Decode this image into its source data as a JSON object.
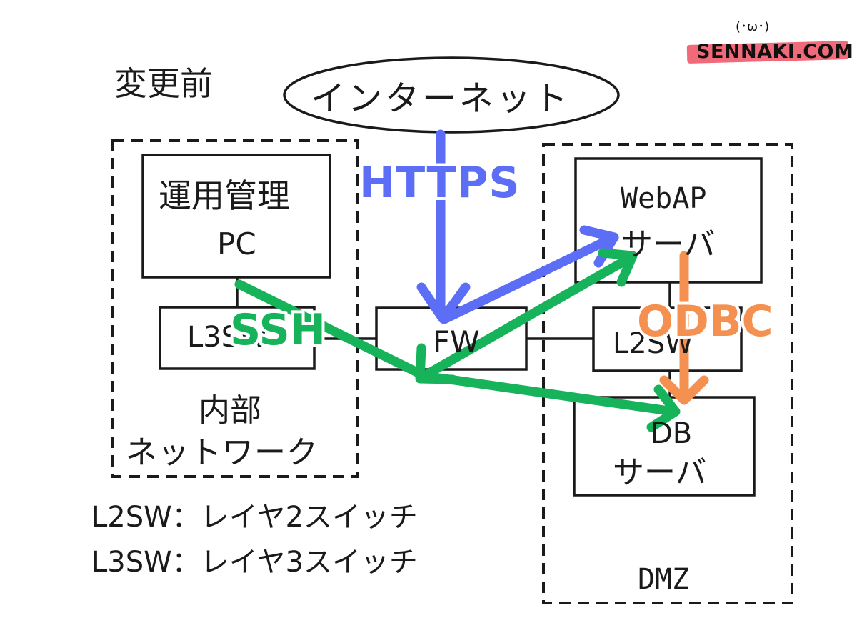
{
  "title": "変更前",
  "internet": "インターネット",
  "internal": {
    "mgmt_pc": {
      "line1": "運用管理",
      "line2": "PC"
    },
    "switch": "L3SW",
    "zone_line1": "内部",
    "zone_line2": "ネットワーク"
  },
  "firewall": "FW",
  "dmz": {
    "webap": {
      "line1": "WebAP",
      "line2": "サーバ"
    },
    "switch": "L2SW",
    "db": {
      "line1": "DB",
      "line2": "サーバ"
    },
    "zone": "DMZ"
  },
  "legend": [
    "L2SW：レイヤ2スイッチ",
    "L3SW：レイヤ3スイッチ"
  ],
  "protocols": {
    "https": {
      "label": "HTTPS",
      "color": "#5b6ef5"
    },
    "ssh": {
      "label": "SSH",
      "color": "#17b35a"
    },
    "odbc": {
      "label": "ODBC",
      "color": "#f59150"
    }
  },
  "brand": {
    "face": "(･ω･)",
    "site": "SENNAKI.COM"
  }
}
